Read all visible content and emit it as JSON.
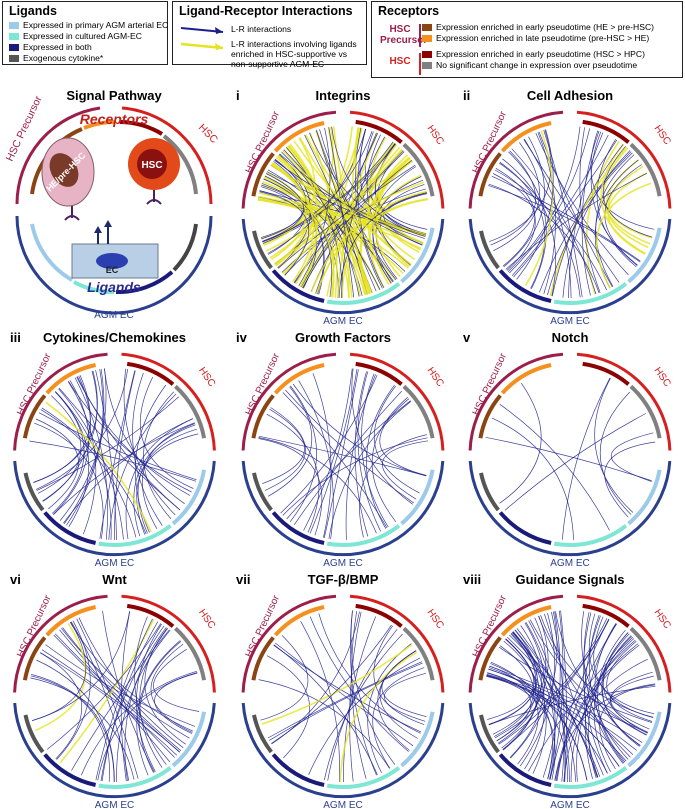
{
  "legend_ligands": {
    "title": "Ligands",
    "items": [
      {
        "label": "Expressed in primary AGM arterial EC",
        "color": "#9ccbea"
      },
      {
        "label": "Expressed in cultured AGM-EC",
        "color": "#7ee6d4"
      },
      {
        "label": "Expressed in both",
        "color": "#1a1a7a"
      },
      {
        "label": "Exogenous cytokine*",
        "color": "#555555"
      }
    ]
  },
  "legend_interactions": {
    "title": "Ligand-Receptor Interactions",
    "items": [
      {
        "label": "L-R interactions",
        "color": "#1c1f8c"
      },
      {
        "label": "L-R interactions involving ligands enriched in HSC-supportive vs non-supportive AGM-EC",
        "line1": "L-R interactions involving ligands",
        "line2": "enriched in HSC-supportive vs",
        "line3": "non-supportive AGM-EC",
        "color": "#e6e31f"
      }
    ]
  },
  "legend_receptors": {
    "title": "Receptors",
    "group1": "HSC Precursor",
    "group1_line1": "HSC",
    "group1_line2": "Precursor",
    "group2": "HSC",
    "items": [
      {
        "label": "Expression enriched in early pseudotime (HE > pre-HSC)",
        "color": "#8b4513"
      },
      {
        "label": "Expression enriched in late pseudotime (pre-HSC > HE)",
        "color": "#f5901e"
      },
      {
        "label": "Expression enriched in early pseudotime (HSC > HPC)",
        "color": "#8b0000"
      },
      {
        "label": "No significant change in expression over pseudotime",
        "color": "#808080"
      }
    ]
  },
  "colors": {
    "hsc_precursor_arc": "#9c1e4a",
    "hsc_arc": "#d62020",
    "agm_arc": "#2b3f8f",
    "link_blue": "#1c1f8c",
    "link_yellow": "#e6e31f"
  },
  "labels": {
    "hsc_precursor": "HSC Precursor",
    "hsc": "HSC",
    "agm_ec": "AGM EC"
  },
  "signal_pathway": {
    "title": "Signal Pathway",
    "receptors": "Receptors",
    "ligands": "Ligands",
    "he_pre_hsc": "HE/pre-HSC",
    "hsc_cell": "HSC",
    "ec": "EC"
  },
  "panels": [
    {
      "roman": "i",
      "title": "Integrins"
    },
    {
      "roman": "ii",
      "title": "Cell Adhesion"
    },
    {
      "roman": "iii",
      "title": "Cytokines/Chemokines"
    },
    {
      "roman": "iv",
      "title": "Growth Factors"
    },
    {
      "roman": "v",
      "title": "Notch"
    },
    {
      "roman": "vi",
      "title": "Wnt"
    },
    {
      "roman": "vii",
      "title": "TGF-β/BMP"
    },
    {
      "roman": "viii",
      "title": "Guidance Signals"
    }
  ]
}
